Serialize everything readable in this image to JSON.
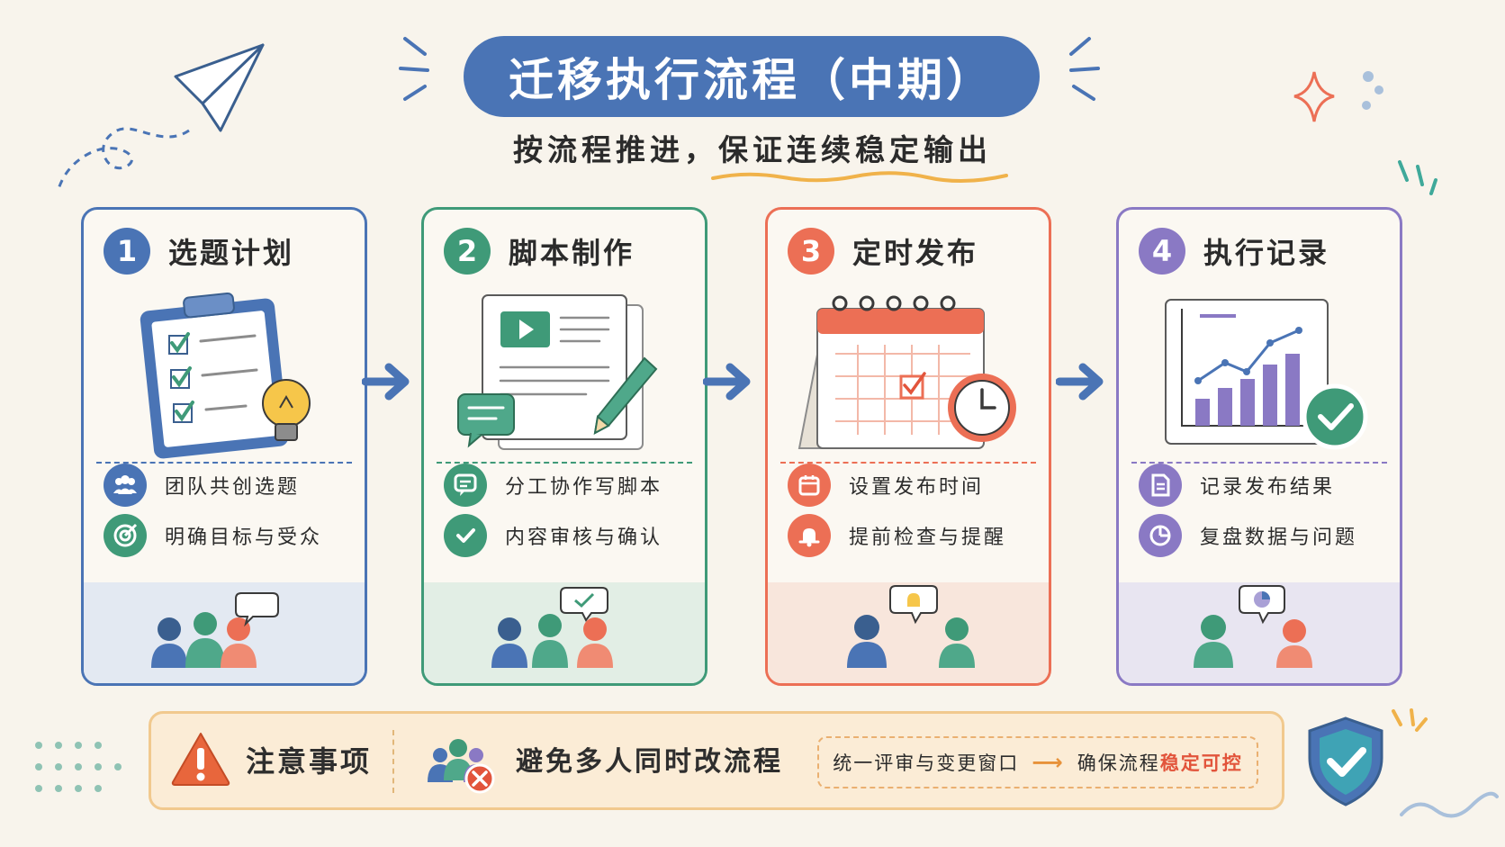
{
  "header": {
    "title": "迁移执行流程（中期）",
    "subtitle": "按流程推进，保证连续稳定输出"
  },
  "steps": [
    {
      "number": "1",
      "title": "选题计划",
      "color": "#4a74b5",
      "tint": "#e3e9f2",
      "items": [
        "团队共创选题",
        "明确目标与受众"
      ],
      "icons": [
        "team-icon",
        "target-icon"
      ],
      "illustration": "clipboard-checklist-icon"
    },
    {
      "number": "2",
      "title": "脚本制作",
      "color": "#3f9a78",
      "tint": "#e2eee5",
      "items": [
        "分工协作写脚本",
        "内容审核与确认"
      ],
      "icons": [
        "chat-doc-icon",
        "checkmark-icon"
      ],
      "illustration": "script-document-icon"
    },
    {
      "number": "3",
      "title": "定时发布",
      "color": "#ec6f55",
      "tint": "#f8e6dc",
      "items": [
        "设置发布时间",
        "提前检查与提醒"
      ],
      "icons": [
        "calendar-icon",
        "bell-icon"
      ],
      "illustration": "calendar-clock-icon"
    },
    {
      "number": "4",
      "title": "执行记录",
      "color": "#8a79c4",
      "tint": "#e8e5f1",
      "items": [
        "记录发布结果",
        "复盘数据与问题"
      ],
      "icons": [
        "document-icon",
        "pie-chart-icon"
      ],
      "illustration": "growth-chart-icon"
    }
  ],
  "notice": {
    "title": "注意事项",
    "main": "避免多人同时改流程",
    "box_left": "统一评审与变更窗口",
    "box_right_plain": "确保流程",
    "box_right_highlight": "稳定可控"
  },
  "colors": {
    "background": "#f8f4ec",
    "title_pill": "#4a74b5",
    "arrow": "#4a74b5",
    "notice_fill": "#fbecd6",
    "notice_border": "#f1c98e",
    "warning": "#e8663c",
    "highlight": "#e2543b"
  }
}
